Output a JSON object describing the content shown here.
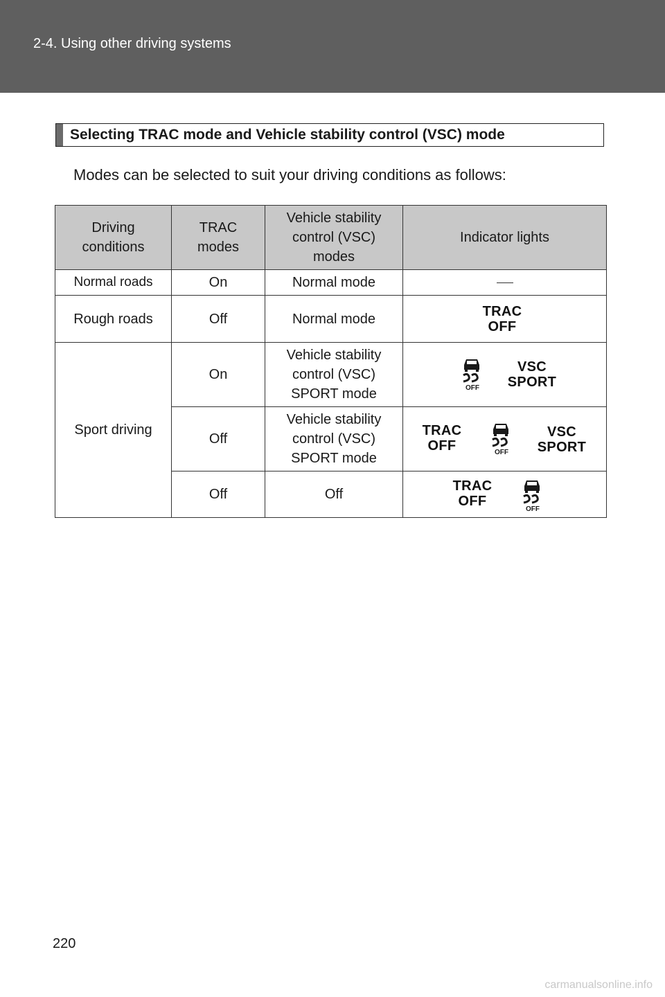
{
  "header": {
    "title": "2-4. Using other driving systems"
  },
  "section": {
    "title": "Selecting TRAC mode and Vehicle stability control (VSC) mode"
  },
  "intro": "Modes can be selected to suit your driving conditions as follows:",
  "table": {
    "headers": {
      "driving": [
        "Driving",
        "conditions"
      ],
      "trac": [
        "TRAC",
        "modes"
      ],
      "vsc": [
        "Vehicle stability",
        "control (VSC)",
        "modes"
      ],
      "indicator": "Indicator lights"
    },
    "rows": [
      {
        "condition": "Normal roads",
        "trac": "On",
        "vsc": [
          "Normal mode"
        ],
        "indicators": []
      },
      {
        "condition": "Rough roads",
        "trac": "Off",
        "vsc": [
          "Normal mode"
        ],
        "indicators": [
          "trac-off"
        ]
      },
      {
        "condition": "Sport driving",
        "trac": "On",
        "vsc": [
          "Vehicle stability",
          "control (VSC)",
          "SPORT mode"
        ],
        "indicators": [
          "vsc-off-skid",
          "vsc-sport"
        ]
      },
      {
        "condition": "",
        "trac": "Off",
        "vsc": [
          "Vehicle stability",
          "control (VSC)",
          "SPORT mode"
        ],
        "indicators": [
          "trac-off",
          "vsc-off-skid",
          "vsc-sport"
        ]
      },
      {
        "condition": "",
        "trac": "Off",
        "vsc": [
          "Off"
        ],
        "indicators": [
          "trac-off",
          "vsc-off-skid"
        ]
      }
    ]
  },
  "indicator_text": {
    "trac_off": [
      "TRAC",
      "OFF"
    ],
    "vsc_sport": [
      "VSC",
      "SPORT"
    ],
    "skid_off_label": "OFF"
  },
  "page_number": "220",
  "watermark": "carmanualsonline.info"
}
